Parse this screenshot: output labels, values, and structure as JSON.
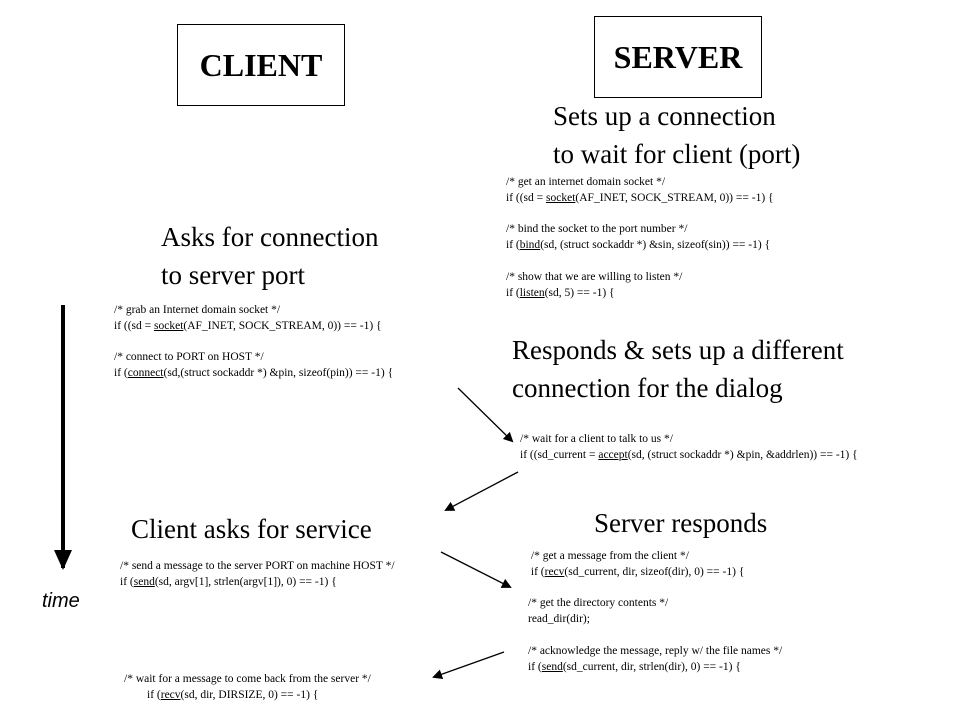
{
  "client": {
    "title": "CLIENT",
    "connect_heading": [
      "Asks for connection",
      "to server port"
    ],
    "connect_code": [
      "/* grab an Internet domain socket */",
      "if ((sd = |socket|(AF_INET, SOCK_STREAM, 0)) == -1) {",
      "",
      "/* connect to PORT on HOST */",
      "if (|connect|(sd,(struct sockaddr *) &pin, sizeof(pin)) == -1) {"
    ],
    "service_heading": [
      "Client asks for service"
    ],
    "service_code": [
      "/* send a message to the server PORT on machine HOST */",
      "if (|send|(sd, argv[1], strlen(argv[1]), 0) == -1) {"
    ],
    "recv_code": [
      "/* wait for a message to come back from the server */",
      "        if (|recv|(sd, dir, DIRSIZE, 0) == -1) {"
    ]
  },
  "server": {
    "title": "SERVER",
    "setup_heading": [
      "Sets up a connection",
      "to wait for client (port)"
    ],
    "setup_code": [
      "/* get an internet domain socket */",
      "if ((sd = |socket|(AF_INET, SOCK_STREAM, 0)) == -1) {",
      "",
      "/* bind the socket to the port number */",
      "if (|bind|(sd, (struct sockaddr *) &sin, sizeof(sin)) == -1) {",
      "",
      "/* show that we are willing to listen */",
      "if (|listen|(sd, 5) == -1) {"
    ],
    "accept_heading": [
      "Responds & sets up a different",
      "connection for the dialog"
    ],
    "accept_code": [
      "/* wait for a client to talk to us */",
      "if ((sd_current = |accept|(sd, (struct sockaddr *) &pin, &addrlen)) == -1) {"
    ],
    "respond_heading": [
      "Server responds"
    ],
    "respond_code": [
      " /* get a message from the client */",
      " if (|recv|(sd_current, dir, sizeof(dir), 0) == -1) {",
      "",
      "/* get the directory contents */",
      "read_dir(dir);",
      "",
      "/* acknowledge the message, reply w/ the file names */",
      "if (|send|(sd_current, dir, strlen(dir), 0) == -1) {"
    ]
  },
  "timeline": {
    "label": "time"
  }
}
